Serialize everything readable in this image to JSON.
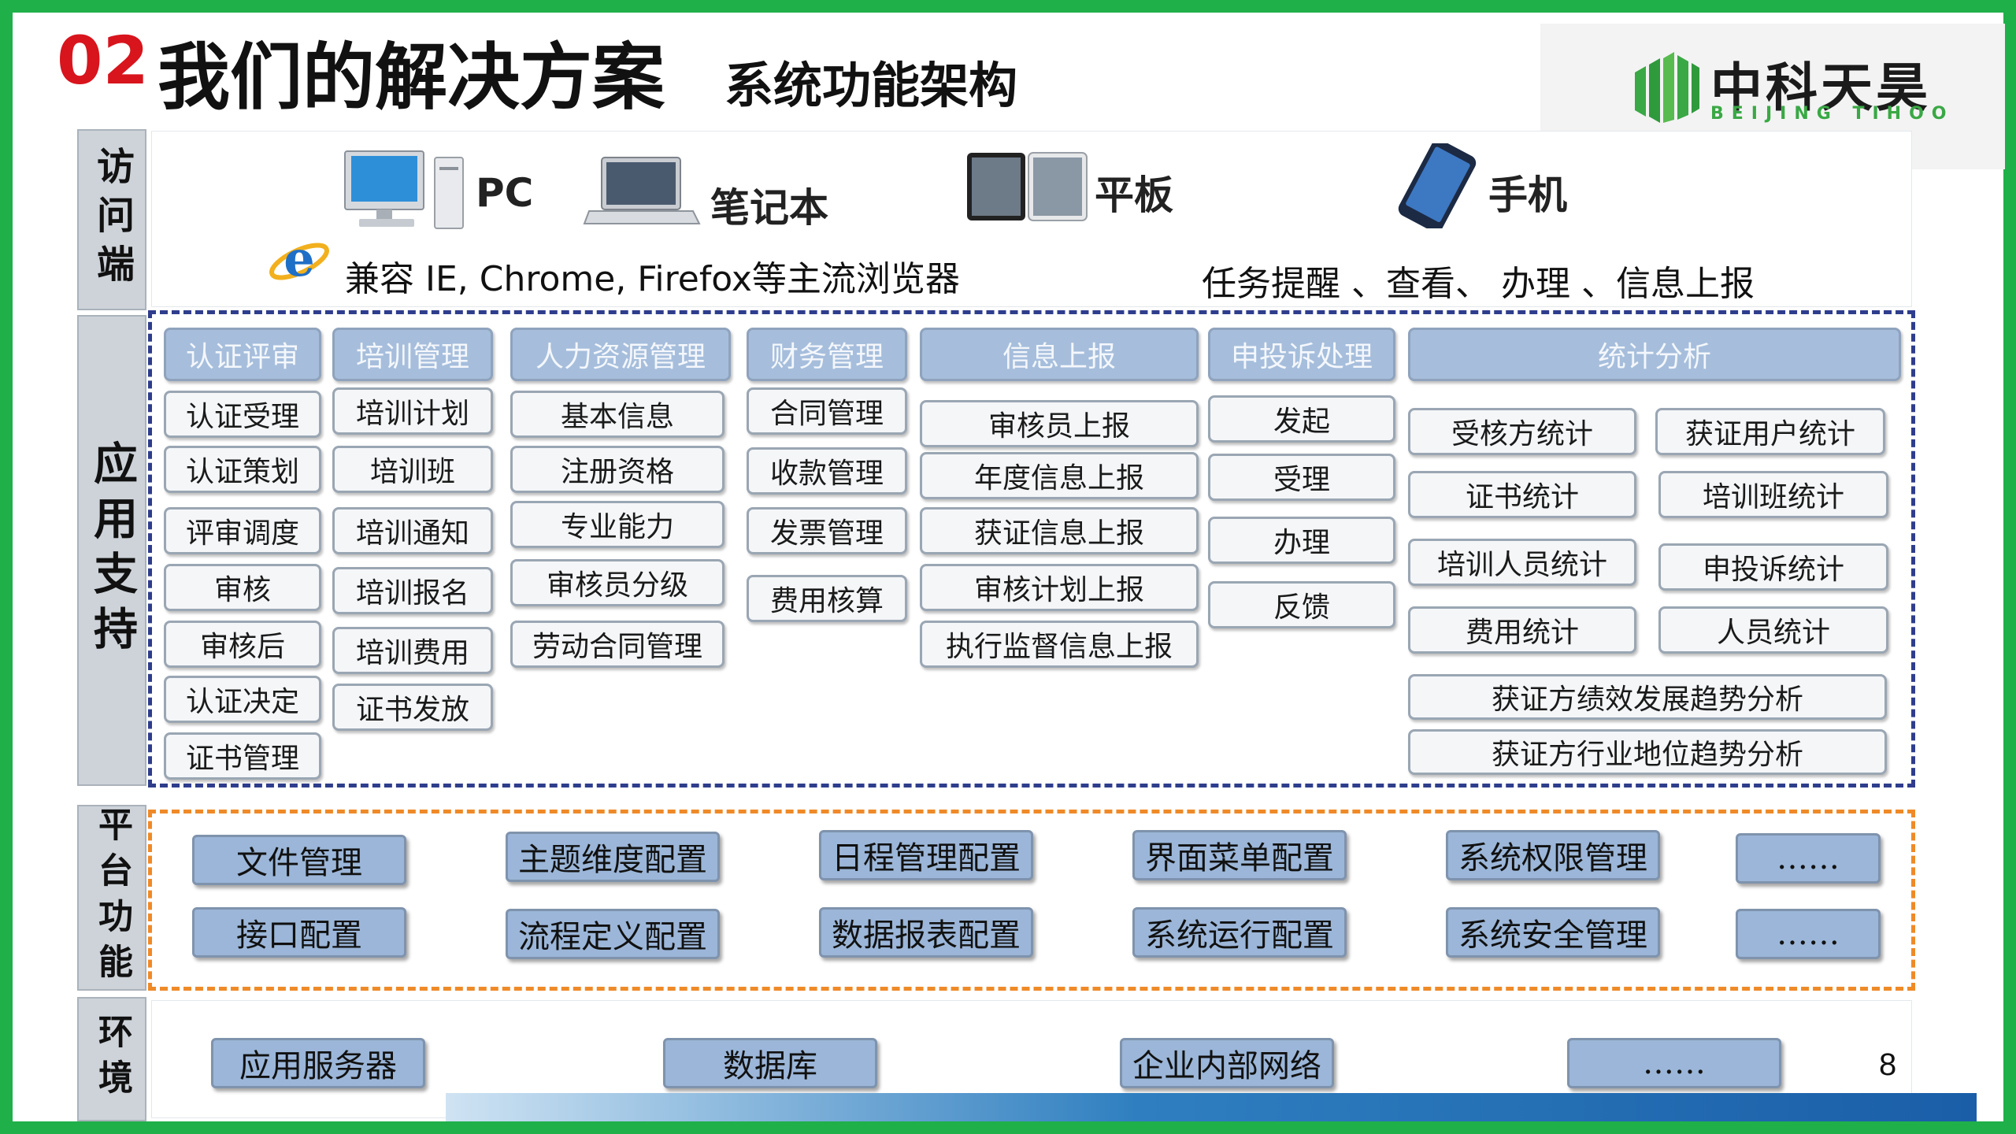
{
  "header": {
    "number": "02",
    "title": "我们的解决方案",
    "subtitle": "系统功能架构"
  },
  "logo": {
    "name_cn": "中科天昊",
    "name_en": "BEIJING TIHOO"
  },
  "sections": {
    "access": "访问端",
    "app": "应用支持",
    "platform": "平台功能",
    "env": "环境"
  },
  "access": {
    "devices": [
      {
        "label": "PC",
        "icon": "desktop-icon"
      },
      {
        "label": "笔记本",
        "icon": "laptop-icon"
      },
      {
        "label": "平板",
        "icon": "tablet-icon"
      },
      {
        "label": "手机",
        "icon": "phone-icon"
      }
    ],
    "browser_text": "兼容 IE, Chrome, Firefox等主流浏览器",
    "task_text": "任务提醒 、查看、 办理 、信息上报"
  },
  "app_modules": [
    {
      "title": "认证评审",
      "items": [
        "认证受理",
        "认证策划",
        "评审调度",
        "审核",
        "审核后",
        "认证决定",
        "证书管理"
      ]
    },
    {
      "title": "培训管理",
      "items": [
        "培训计划",
        "培训班",
        "培训通知",
        "培训报名",
        "培训费用",
        "证书发放"
      ]
    },
    {
      "title": "人力资源管理",
      "items": [
        "基本信息",
        "注册资格",
        "专业能力",
        "审核员分级",
        "劳动合同管理"
      ]
    },
    {
      "title": "财务管理",
      "items": [
        "合同管理",
        "收款管理",
        "发票管理",
        "费用核算"
      ]
    },
    {
      "title": "信息上报",
      "items": [
        "审核员上报",
        "年度信息上报",
        "获证信息上报",
        "审核计划上报",
        "执行监督信息上报"
      ]
    },
    {
      "title": "申投诉处理",
      "items": [
        "发起",
        "受理",
        "办理",
        "反馈"
      ]
    },
    {
      "title": "统计分析",
      "items": [
        "受核方统计",
        "获证用户统计",
        "证书统计",
        "培训班统计",
        "培训人员统计",
        "申投诉统计",
        "费用统计",
        "人员统计",
        "获证方绩效发展趋势分析",
        "获证方行业地位趋势分析"
      ]
    }
  ],
  "platform": [
    "文件管理",
    "主题维度配置",
    "日程管理配置",
    "界面菜单配置",
    "系统权限管理",
    "……",
    "接口配置",
    "流程定义配置",
    "数据报表配置",
    "系统运行配置",
    "系统安全管理",
    "……"
  ],
  "environment": [
    "应用服务器",
    "数据库",
    "企业内部网络",
    "……"
  ],
  "page_number": "8",
  "colors": {
    "frame": "#1fb04a",
    "title_number": "#d8141d",
    "app_border": "#2e3d8c",
    "platform_border": "#ef8a28",
    "header_box": "#a6bedc",
    "platform_box": "#9bb6d8"
  }
}
